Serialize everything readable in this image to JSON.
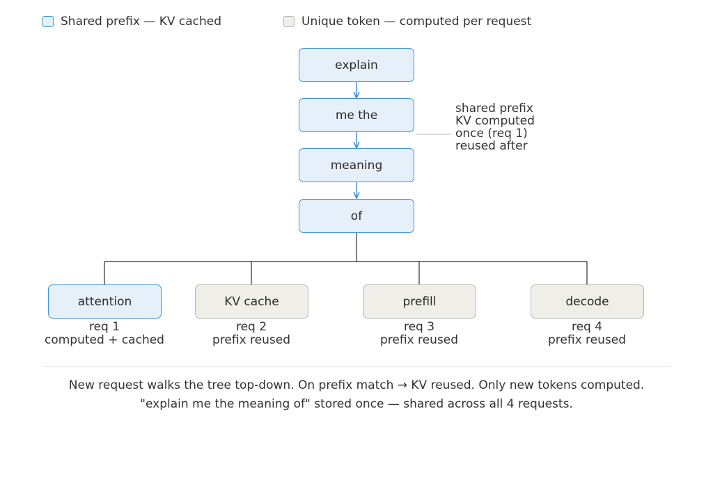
{
  "legend": {
    "shared_label": "Shared prefix — KV cached",
    "unique_label": "Unique token — computed per request"
  },
  "colors": {
    "shared_fill": "#e6f0fb",
    "shared_border": "#3d8fd6",
    "unique_fill": "#f0eee8",
    "unique_border": "#b9b6ab",
    "arrow": "#3d8fd6",
    "branch_line": "#2b2b2b"
  },
  "prefix_nodes": [
    {
      "label": "explain"
    },
    {
      "label": "me the"
    },
    {
      "label": "meaning"
    },
    {
      "label": "of"
    }
  ],
  "annotation": {
    "lines": [
      "shared prefix",
      "KV computed",
      "once (req 1)",
      "reused after"
    ]
  },
  "leaves": [
    {
      "label": "attention",
      "type": "shared",
      "req": "req 1",
      "status": "computed + cached"
    },
    {
      "label": "KV cache",
      "type": "unique",
      "req": "req 2",
      "status": "prefix reused"
    },
    {
      "label": "prefill",
      "type": "unique",
      "req": "req 3",
      "status": "prefix reused"
    },
    {
      "label": "decode",
      "type": "unique",
      "req": "req 4",
      "status": "prefix reused"
    }
  ],
  "footer": {
    "line1": "New request walks the tree top-down. On prefix match → KV reused. Only new tokens computed.",
    "line2": "\"explain me the meaning of\" stored once — shared across all 4 requests."
  }
}
